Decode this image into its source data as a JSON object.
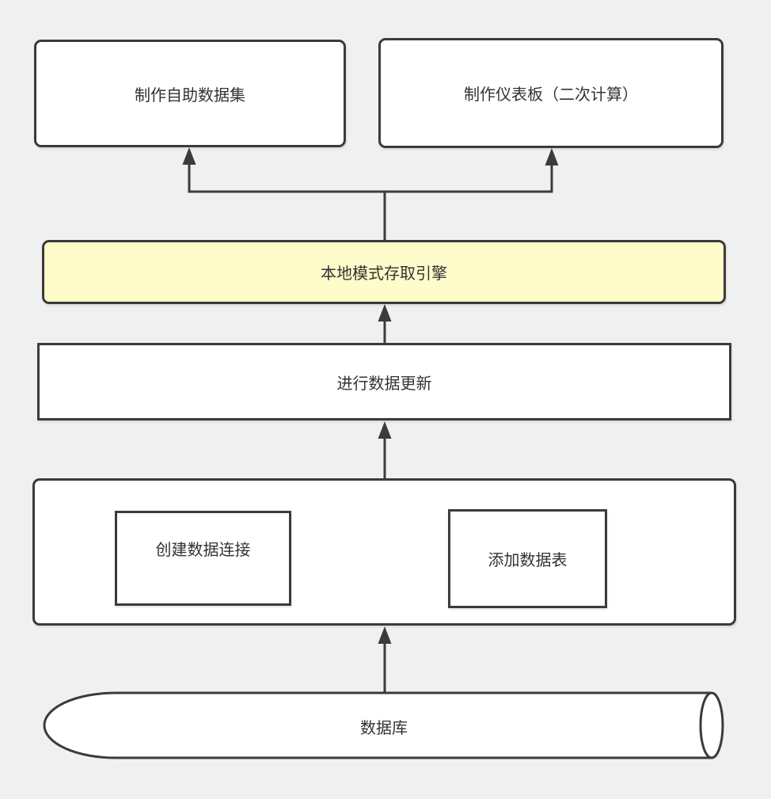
{
  "diagram": {
    "background_color": "#f0f0f0",
    "stroke_color": "#3b3b3b",
    "text_color": "#333333",
    "node_fill": "#ffffff",
    "highlight_fill": "#fefcca",
    "nodes": {
      "make_dataset": "制作自助数据集",
      "make_dashboard": "制作仪表板（二次计算）",
      "local_engine": "本地模式存取引擎",
      "update_data": "进行数据更新",
      "create_connection": "创建数据连接",
      "add_table": "添加数据表",
      "database": "数据库"
    },
    "edges": [
      {
        "from": "database",
        "to": "connection_group"
      },
      {
        "from": "create_connection",
        "to": "add_table"
      },
      {
        "from": "connection_group",
        "to": "update_data"
      },
      {
        "from": "update_data",
        "to": "local_engine"
      },
      {
        "from": "local_engine",
        "to": "make_dataset"
      },
      {
        "from": "local_engine",
        "to": "make_dashboard"
      }
    ]
  }
}
